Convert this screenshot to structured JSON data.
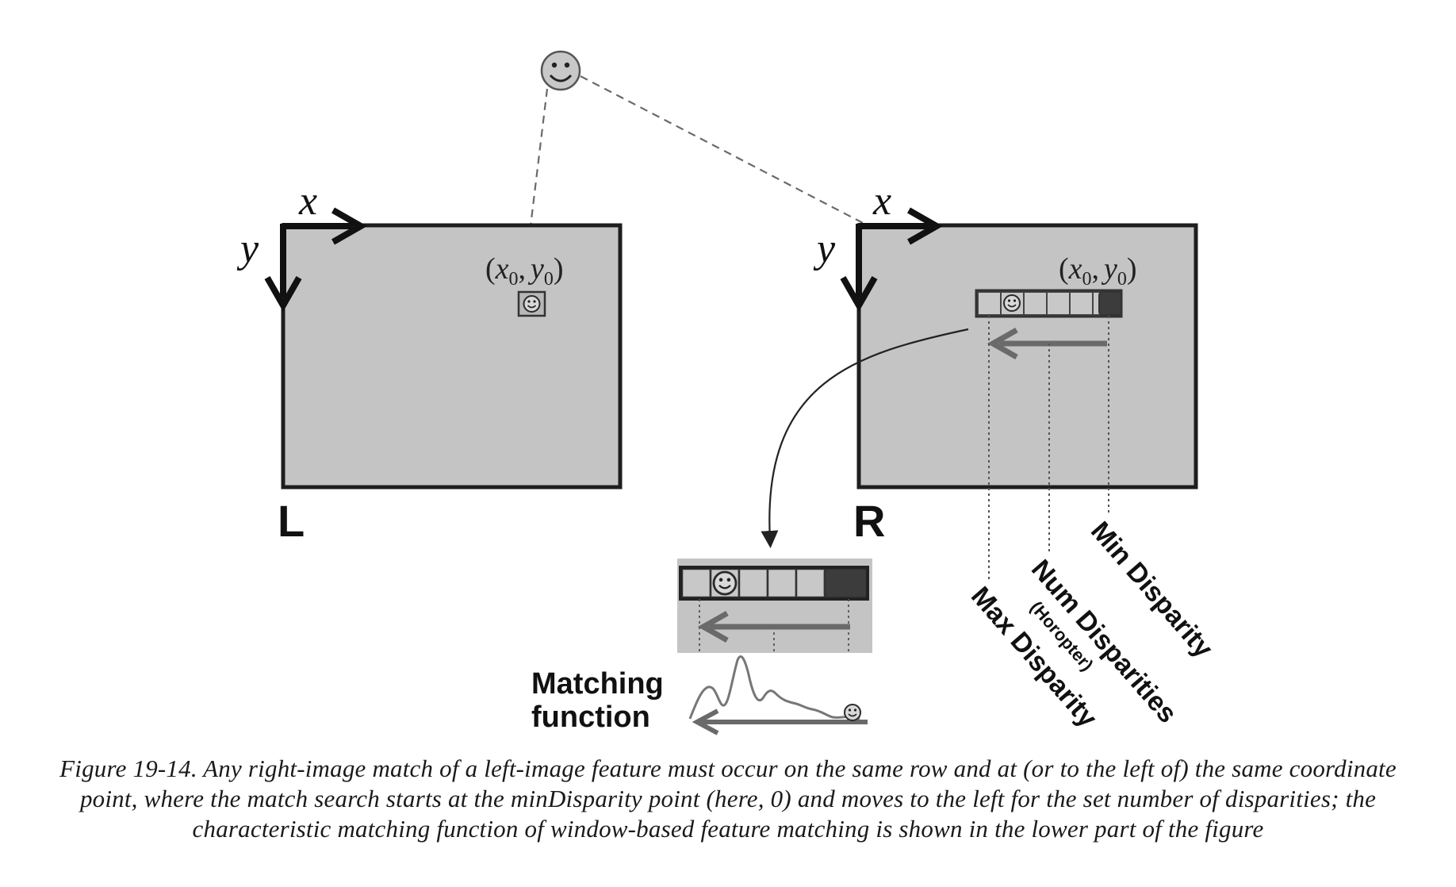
{
  "figure": {
    "left_image_label": "L",
    "right_image_label": "R",
    "axis_x_label": "x",
    "axis_y_label": "y",
    "point_label_open": "(",
    "point_label_x": "x",
    "point_label_comma": ",",
    "point_label_y": "y",
    "point_label_sub": "0",
    "point_label_close": ")",
    "min_disparity_label": "Min Disparity",
    "num_disparities_label": "Num Disparities",
    "horopter_label": "(Horopter)",
    "max_disparity_label": "Max Disparity",
    "matching_function_label_line1": "Matching",
    "matching_function_label_line2": "function",
    "caption": "Figure 19-14. Any right-image match of a left-image feature must occur on the same row and at (or to the left of) the same coordinate point, where the match search starts at the minDisparity point (here, 0) and moves to the left for the set number of disparities; the characteristic matching function of window-based feature matching is shown in the lower part of the figure"
  },
  "colors": {
    "image_fill": "#c4c4c4",
    "outline": "#1e1e1e",
    "arrow_gray": "#6a6a6a",
    "dark_cell": "#3c3c3c"
  },
  "icons": [
    "smiley-face-icon"
  ]
}
